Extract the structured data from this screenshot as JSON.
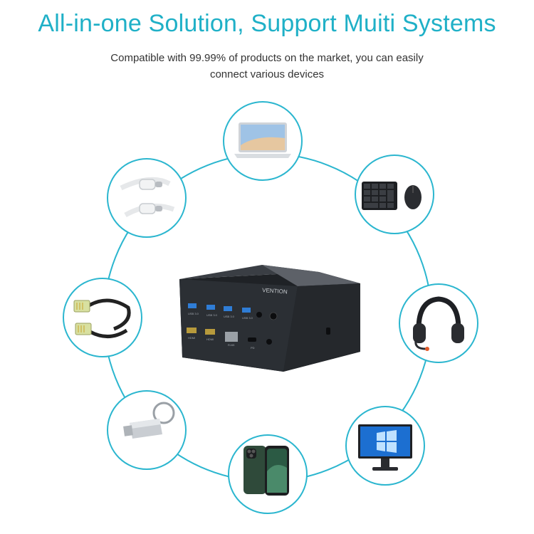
{
  "header": {
    "title": "All-in-one Solution, Support Muiti Systems",
    "subtitle_line1": "Compatible with 99.99% of products on the market, you can easily",
    "subtitle_line2": "connect various devices"
  },
  "colors": {
    "accent": "#1fb0c7",
    "ring": "#2bb6cf",
    "dock": "#2a2e33"
  },
  "hub": {
    "brand": "VENTION",
    "port_labels": [
      "USB 3.0",
      "USB 3.0",
      "USB 3.0",
      "USB 3.0",
      "HDMI",
      "HDMI",
      "RJ45",
      "PD"
    ]
  },
  "devices": [
    {
      "name": "laptop",
      "icon": "laptop-icon"
    },
    {
      "name": "keyboard and mouse",
      "icon": "keyboard-mouse-icon"
    },
    {
      "name": "headset",
      "icon": "headset-icon"
    },
    {
      "name": "monitor",
      "icon": "monitor-icon"
    },
    {
      "name": "smartphone",
      "icon": "phone-icon"
    },
    {
      "name": "usb flash drive",
      "icon": "usb-drive-icon"
    },
    {
      "name": "ethernet cable",
      "icon": "ethernet-cable-icon"
    },
    {
      "name": "usb-c cable",
      "icon": "usb-c-cable-icon"
    }
  ]
}
